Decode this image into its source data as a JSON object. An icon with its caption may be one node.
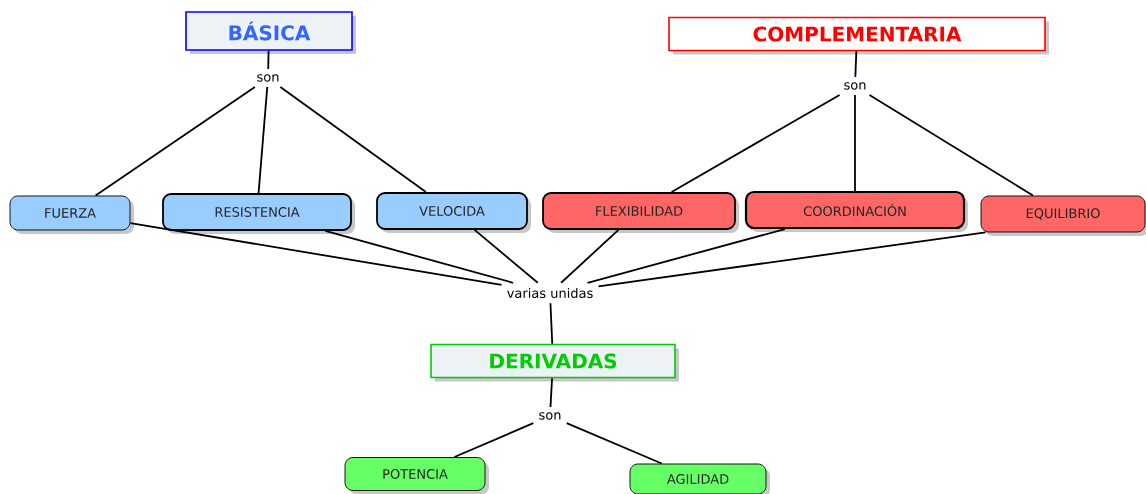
{
  "diagram": {
    "nodes": [
      {
        "text": [
          "BÁSICA"
        ]
      },
      {
        "text": [
          "son"
        ]
      },
      {
        "text": [
          "COMPLEMENTARIA"
        ]
      },
      {
        "text": [
          "son"
        ]
      },
      {
        "text": [
          "FUERZA"
        ]
      },
      {
        "text": [
          "RESISTENCIA"
        ]
      },
      {
        "text": [
          "VELOCIDA"
        ]
      },
      {
        "text": [
          "FLEXIBILIDAD"
        ]
      },
      {
        "text": [
          "COORDINACIÓN"
        ]
      },
      {
        "text": [
          "EQUILIBRIO"
        ]
      },
      {
        "text": [
          "varias unidas"
        ]
      },
      {
        "text": [
          "DERIVADAS"
        ]
      },
      {
        "text": [
          "son"
        ]
      },
      {
        "text": [
          "POTENCIA"
        ]
      },
      {
        "text": [
          "AGILIDAD"
        ]
      }
    ],
    "edges": [
      {
        "from": 0,
        "to": 1,
        "arrow": "none"
      },
      {
        "from": 1,
        "to": 4,
        "arrow": "none"
      },
      {
        "from": 1,
        "to": 5,
        "arrow": "none"
      },
      {
        "from": 1,
        "to": 6,
        "arrow": "none"
      },
      {
        "from": 2,
        "to": 3,
        "arrow": "none"
      },
      {
        "from": 3,
        "to": 7,
        "arrow": "none"
      },
      {
        "from": 3,
        "to": 8,
        "arrow": "none"
      },
      {
        "from": 3,
        "to": 9,
        "arrow": "none"
      },
      {
        "from": 4,
        "to": 10,
        "arrow": "none"
      },
      {
        "from": 5,
        "to": 10,
        "arrow": "none"
      },
      {
        "from": 6,
        "to": 10,
        "arrow": "none"
      },
      {
        "from": 7,
        "to": 10,
        "arrow": "none"
      },
      {
        "from": 8,
        "to": 10,
        "arrow": "none"
      },
      {
        "from": 9,
        "to": 10,
        "arrow": "none"
      },
      {
        "from": 10,
        "to": 11,
        "arrow": "none"
      },
      {
        "from": 11,
        "to": 12,
        "arrow": "none"
      },
      {
        "from": 12,
        "to": 13,
        "arrow": "none"
      },
      {
        "from": 12,
        "to": 14,
        "arrow": "none"
      }
    ]
  }
}
